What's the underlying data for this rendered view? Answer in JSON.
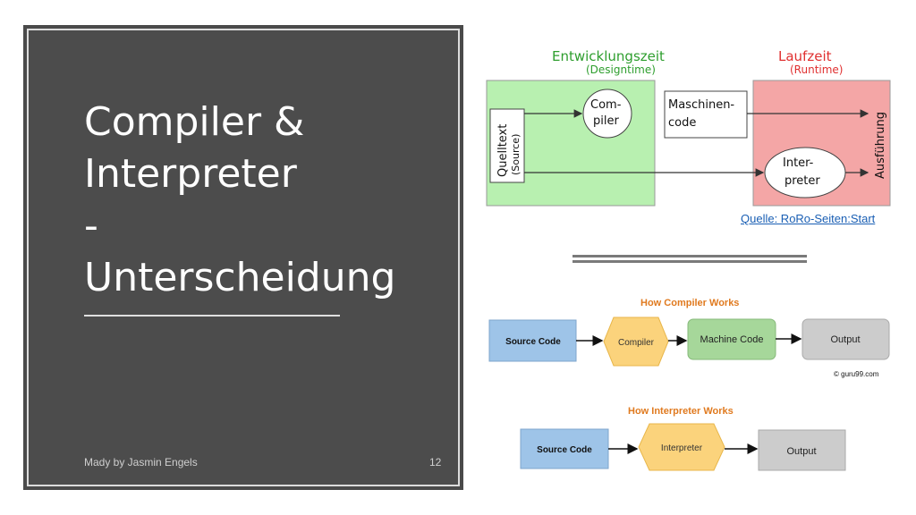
{
  "slide": {
    "title": "Compiler &\nInterpreter\n-\nUnterscheidung",
    "footer_author": "Mady by Jasmin Engels",
    "page_number": "12"
  },
  "top_diagram": {
    "dev_time_label": "Entwicklungszeit",
    "dev_time_sub": "(Designtime)",
    "runtime_label": "Laufzeit",
    "runtime_sub": "(Runtime)",
    "source_label": "Quelltext",
    "source_sub": "(Source)",
    "compiler_line1": "Com-",
    "compiler_line2": "piler",
    "machine_line1": "Maschinen-",
    "machine_line2": "code",
    "interpreter_line1": "Inter-",
    "interpreter_line2": "preter",
    "execution_label": "Ausführung",
    "colors": {
      "green": "#b8f0b0",
      "red": "#f4a6a6",
      "green_text": "#2e9e2e",
      "red_text": "#e03030"
    }
  },
  "source_link": "Quelle: RoRo-Seiten:Start",
  "compiler_flow": {
    "title": "How Compiler Works",
    "source": "Source Code",
    "compiler": "Compiler",
    "machine": "Machine Code",
    "output": "Output",
    "credit": "© guru99.com"
  },
  "interpreter_flow": {
    "title": "How Interpreter Works",
    "source": "Source Code",
    "interpreter": "Interpreter",
    "output": "Output"
  }
}
